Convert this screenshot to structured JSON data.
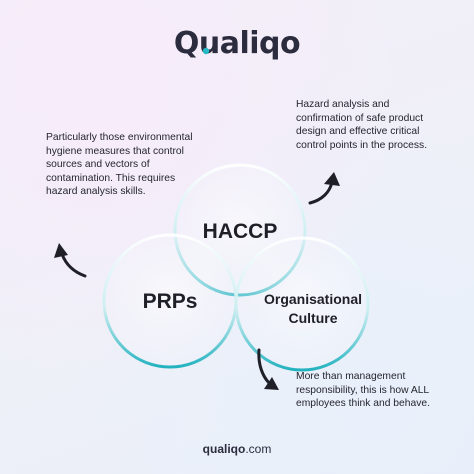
{
  "brand": {
    "logo": "Qualiqo",
    "accent": "#2bb3c0",
    "logo_dot": "#26b8c4",
    "text_color": "#2b2c3e"
  },
  "circles": [
    {
      "label": "HACCP"
    },
    {
      "label": "PRPs"
    },
    {
      "label_line1": "Organisational",
      "label_line2": "Culture"
    }
  ],
  "notes": {
    "haccp": "Hazard analysis and confirmation of safe product design and effective critical control points in the process.",
    "prps": "Particularly those environmental hygiene measures that control sources and vectors of contamination. This requires hazard analysis skills.",
    "culture": "More than management responsibility, this is how ALL employees think and behave."
  },
  "footer": {
    "bold": "qualiqo",
    "rest": ".com"
  }
}
